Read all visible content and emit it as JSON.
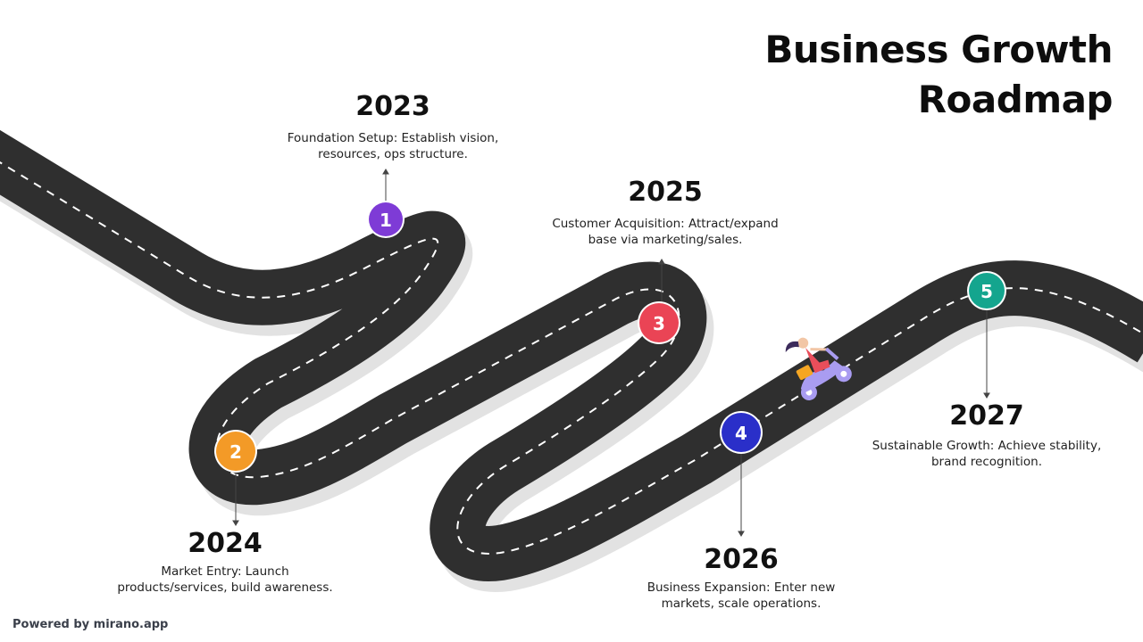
{
  "title": {
    "line1": "Business Growth",
    "line2": "Roadmap"
  },
  "milestones": [
    {
      "number": "1",
      "year": "2023",
      "desc_line1": "Foundation Setup: Establish vision,",
      "desc_line2": "resources, ops structure.",
      "color": "#7e3bd6"
    },
    {
      "number": "2",
      "year": "2024",
      "desc_line1": "Market Entry: Launch",
      "desc_line2": "products/services, build awareness.",
      "color": "#f39a27"
    },
    {
      "number": "3",
      "year": "2025",
      "desc_line1": "Customer Acquisition: Attract/expand",
      "desc_line2": "base via marketing/sales.",
      "color": "#ea4455"
    },
    {
      "number": "4",
      "year": "2026",
      "desc_line1": "Business Expansion: Enter new",
      "desc_line2": "markets, scale operations.",
      "color": "#2a2fc9"
    },
    {
      "number": "5",
      "year": "2027",
      "desc_line1": "Sustainable Growth: Achieve stability,",
      "desc_line2": "brand recognition.",
      "color": "#14a58e"
    }
  ],
  "footer": {
    "powered_by": "Powered by mirano.app"
  },
  "colors": {
    "road": "#2f2f2f",
    "road_shadow": "#e2e2e2",
    "lane_marking": "#ffffff",
    "scooter": "#a99cf1"
  }
}
